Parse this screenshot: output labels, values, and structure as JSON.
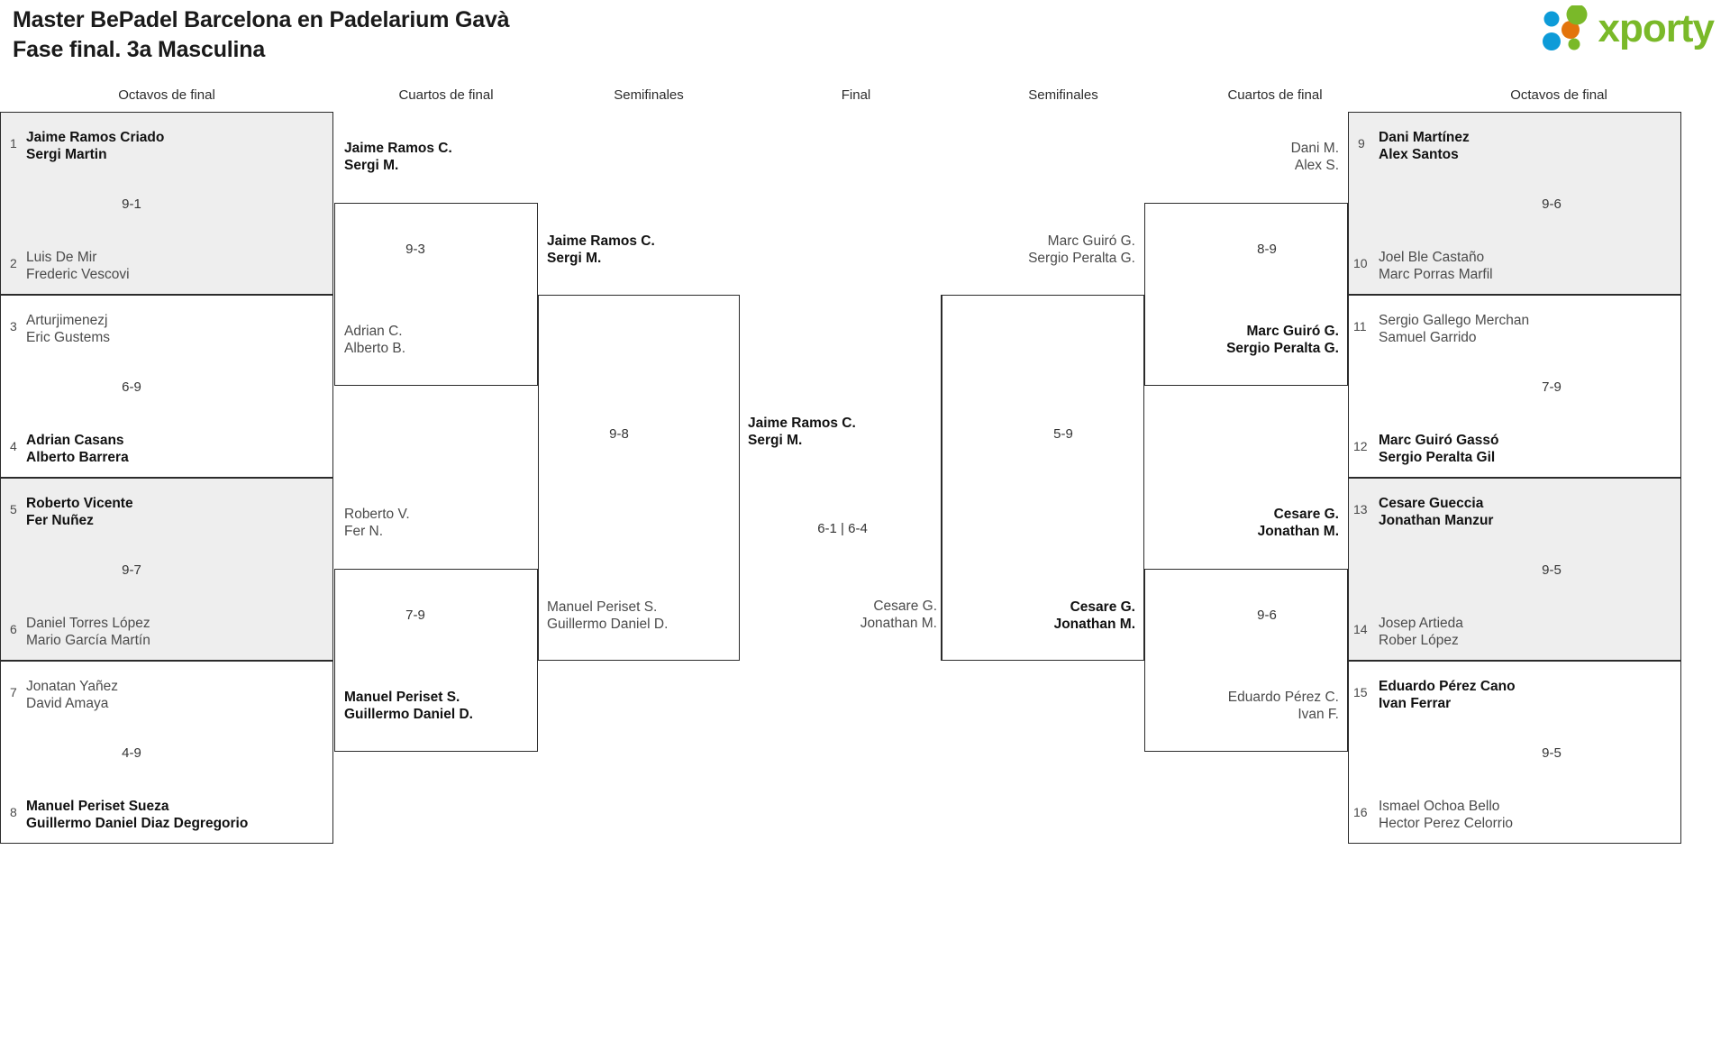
{
  "header": {
    "title_line1": "Master BePadel Barcelona en Padelarium Gavà",
    "title_line2": "Fase final. 3a Masculina",
    "logo_word": "xporty",
    "logo_colors": {
      "green": "#7ab929",
      "blue": "#0d9bd8",
      "orange": "#e3740c"
    }
  },
  "round_headers": {
    "left_octavos": "Octavos de final",
    "left_cuartos": "Cuartos de final",
    "left_semis": "Semifinales",
    "final": "Final",
    "right_semis": "Semifinales",
    "right_cuartos": "Cuartos de final",
    "right_octavos": "Octavos de final"
  },
  "left_octavos": [
    {
      "seed": "1",
      "p1": "Jaime Ramos Criado",
      "p2": "Sergi Martin",
      "winner": true,
      "shaded": true
    },
    {
      "seed": "2",
      "p1": "Luis De Mir",
      "p2": "Frederic Vescovi",
      "winner": false,
      "shaded": true
    },
    {
      "seed": "3",
      "p1": "Arturjimenezj",
      "p2": "Eric Gustems",
      "winner": false,
      "shaded": false
    },
    {
      "seed": "4",
      "p1": "Adrian Casans",
      "p2": "Alberto Barrera",
      "winner": true,
      "shaded": false
    },
    {
      "seed": "5",
      "p1": "Roberto Vicente",
      "p2": "Fer Nuñez",
      "winner": true,
      "shaded": true
    },
    {
      "seed": "6",
      "p1": "Daniel Torres López",
      "p2": "Mario García Martín",
      "winner": false,
      "shaded": true
    },
    {
      "seed": "7",
      "p1": "Jonatan Yañez",
      "p2": "David Amaya",
      "winner": false,
      "shaded": false
    },
    {
      "seed": "8",
      "p1": "Manuel Periset Sueza",
      "p2": "Guillermo Daniel Diaz Degregorio",
      "winner": true,
      "shaded": false
    }
  ],
  "left_octavos_scores": [
    "9-1",
    "6-9",
    "9-7",
    "4-9"
  ],
  "left_cuartos": [
    {
      "p1": "Jaime Ramos C.",
      "p2": "Sergi M.",
      "winner": true
    },
    {
      "p1": "Adrian C.",
      "p2": "Alberto B.",
      "winner": false
    },
    {
      "p1": "Roberto V.",
      "p2": "Fer N.",
      "winner": false
    },
    {
      "p1": "Manuel Periset S.",
      "p2": "Guillermo Daniel D.",
      "winner": true
    }
  ],
  "left_cuartos_scores": [
    "9-3",
    "7-9"
  ],
  "left_semis": [
    {
      "p1": "Jaime Ramos C.",
      "p2": "Sergi M.",
      "winner": true
    },
    {
      "p1": "Manuel Periset S.",
      "p2": "Guillermo Daniel D.",
      "winner": false
    }
  ],
  "left_semis_score": "9-8",
  "final": {
    "top": {
      "p1": "Jaime Ramos C.",
      "p2": "Sergi M.",
      "winner": true
    },
    "bottom": {
      "p1": "Cesare G.",
      "p2": "Jonathan M.",
      "winner": false
    },
    "score": "6-1 | 6-4"
  },
  "right_semis": [
    {
      "p1": "Marc Guiró G.",
      "p2": "Sergio Peralta G.",
      "winner": false
    },
    {
      "p1": "Cesare G.",
      "p2": "Jonathan M.",
      "winner": true
    }
  ],
  "right_semis_score": "5-9",
  "right_cuartos": [
    {
      "p1": "Dani M.",
      "p2": "Alex S.",
      "winner": false
    },
    {
      "p1": "Marc Guiró G.",
      "p2": "Sergio Peralta G.",
      "winner": true
    },
    {
      "p1": "Cesare G.",
      "p2": "Jonathan M.",
      "winner": true
    },
    {
      "p1": "Eduardo Pérez C.",
      "p2": "Ivan F.",
      "winner": false
    }
  ],
  "right_cuartos_scores": [
    "8-9",
    "9-6"
  ],
  "right_octavos": [
    {
      "seed": "9",
      "p1": "Dani Martínez",
      "p2": "Alex Santos",
      "winner": true,
      "shaded": true
    },
    {
      "seed": "10",
      "p1": "Joel Ble Castaño",
      "p2": "Marc Porras Marfil",
      "winner": false,
      "shaded": true
    },
    {
      "seed": "11",
      "p1": "Sergio Gallego Merchan",
      "p2": "Samuel Garrido",
      "winner": false,
      "shaded": false
    },
    {
      "seed": "12",
      "p1": "Marc Guiró Gassó",
      "p2": "Sergio Peralta Gil",
      "winner": true,
      "shaded": false
    },
    {
      "seed": "13",
      "p1": "Cesare Gueccia",
      "p2": "Jonathan Manzur",
      "winner": true,
      "shaded": true
    },
    {
      "seed": "14",
      "p1": "Josep Artieda",
      "p2": "Rober López",
      "winner": false,
      "shaded": true
    },
    {
      "seed": "15",
      "p1": "Eduardo Pérez Cano",
      "p2": "Ivan Ferrar",
      "winner": true,
      "shaded": false
    },
    {
      "seed": "16",
      "p1": "Ismael Ochoa Bello",
      "p2": "Hector Perez Celorrio",
      "winner": false,
      "shaded": false
    }
  ],
  "right_octavos_scores": [
    "9-6",
    "7-9",
    "9-5",
    "9-5"
  ]
}
